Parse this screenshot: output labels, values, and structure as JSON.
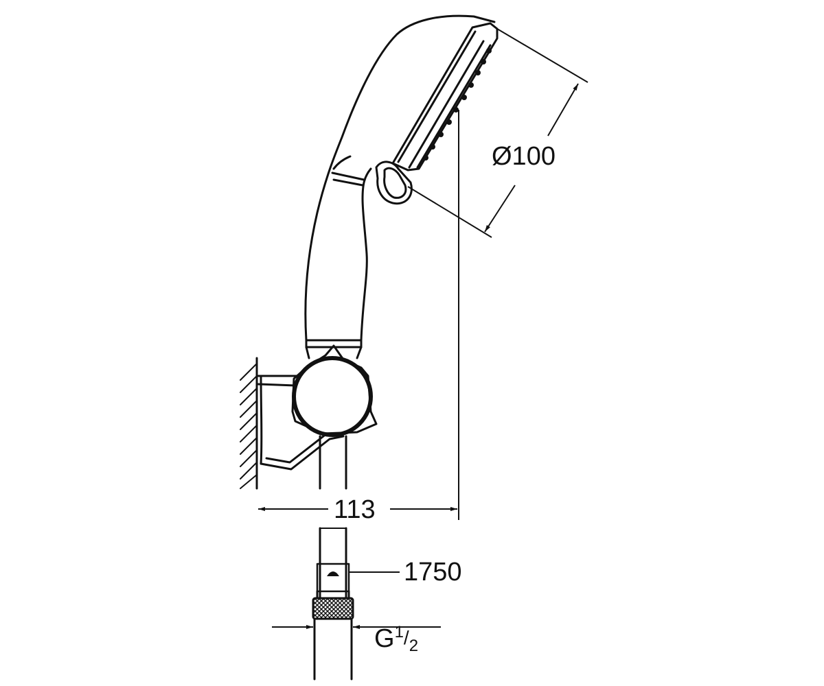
{
  "diagram": {
    "stroke_color": "#111111",
    "background_color": "#ffffff",
    "dimensions": {
      "diameter": "Ø100",
      "width": "113",
      "hose_length": "1750",
      "thread": {
        "prefix": "G",
        "numerator": "1",
        "slash": "/",
        "denominator": "2"
      }
    }
  }
}
